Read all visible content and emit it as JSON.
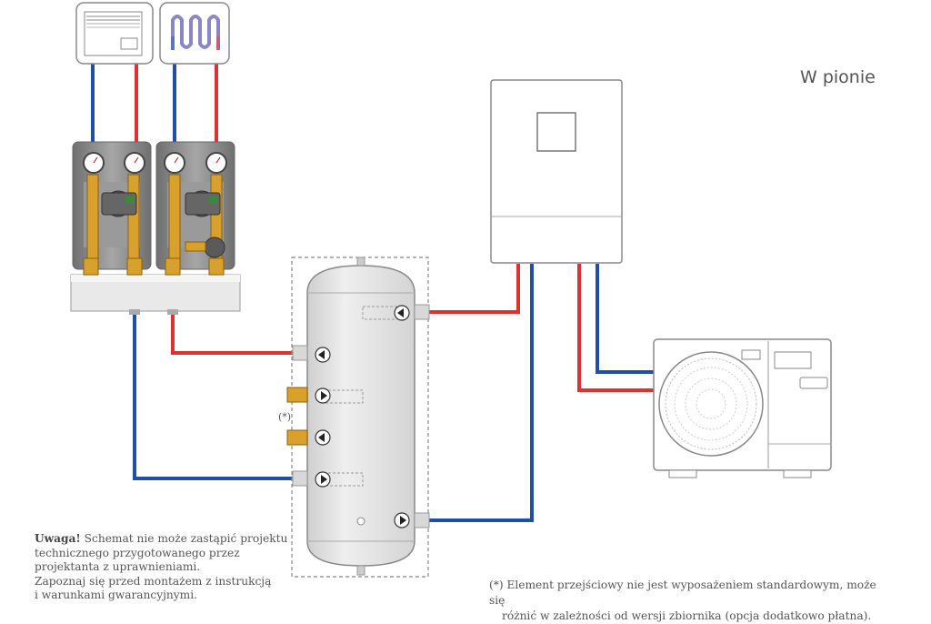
{
  "header": {
    "title": "W pionie"
  },
  "note": {
    "bold": "Uwaga!",
    "line1": " Schemat nie może zastąpić projektu",
    "line2": "technicznego przygotowanego przez",
    "line3": "projektanta z uprawnieniami.",
    "line4": "Zapoznaj się przed montażem z instrukcją",
    "line5": "i warunkami gwarancyjnymi."
  },
  "footnote": {
    "line1": "(*) Element przejściowy nie jest wyposażeniem standardowym, może się",
    "line2": "różnić w zależności od wersji zbiornika (opcja dodatkowo płatna)."
  },
  "tank": {
    "marker": "(*)"
  },
  "colors": {
    "hot_pipe": "#e0302f",
    "cold_pipe": "#1f4fa6",
    "outline": "#8a8a8a",
    "tank_fill": "#e6e6e6",
    "pump_body": "#8c8c8c",
    "brass": "#d9a02c"
  },
  "icons": [
    "radiator-icon",
    "underfloor-heating-icon",
    "pump-group-icon",
    "tank-icon",
    "indoor-unit-icon",
    "outdoor-unit-icon",
    "fan-icon"
  ]
}
